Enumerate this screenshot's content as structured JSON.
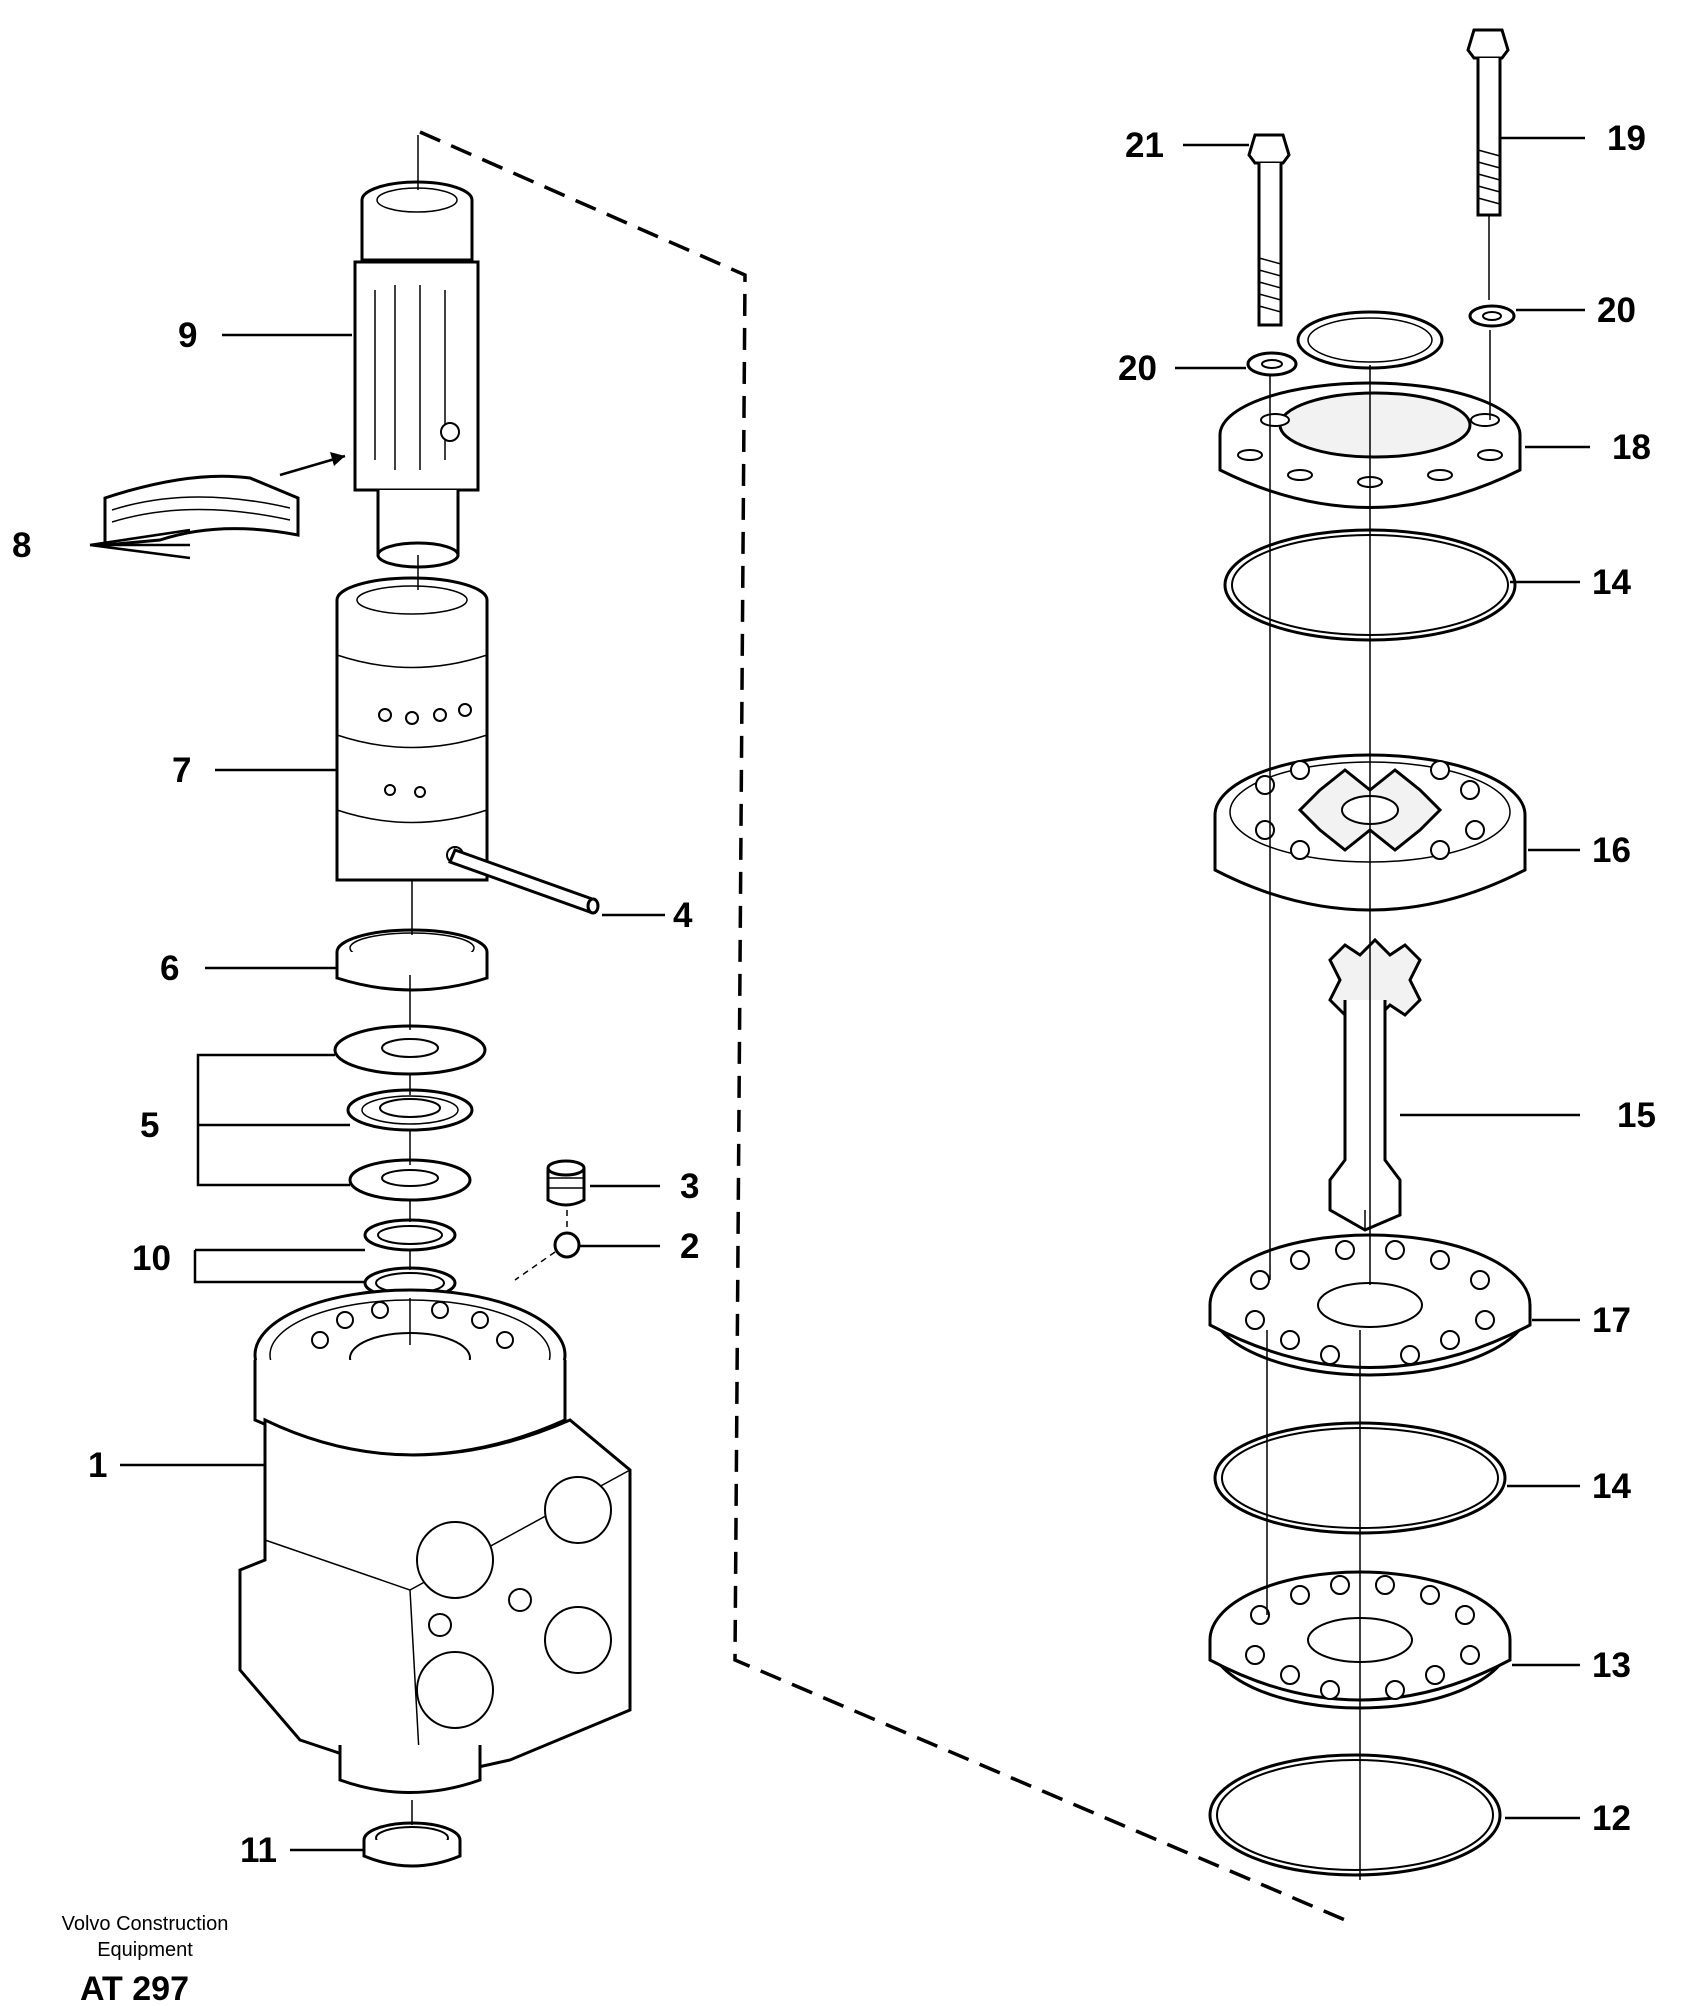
{
  "callouts": [
    {
      "id": "1",
      "text": "1"
    },
    {
      "id": "2",
      "text": "2"
    },
    {
      "id": "3",
      "text": "3"
    },
    {
      "id": "4",
      "text": "4"
    },
    {
      "id": "5",
      "text": "5"
    },
    {
      "id": "6",
      "text": "6"
    },
    {
      "id": "7",
      "text": "7"
    },
    {
      "id": "8",
      "text": "8"
    },
    {
      "id": "9",
      "text": "9"
    },
    {
      "id": "10",
      "text": "10"
    },
    {
      "id": "11",
      "text": "11"
    },
    {
      "id": "12",
      "text": "12"
    },
    {
      "id": "13",
      "text": "13"
    },
    {
      "id": "14a",
      "text": "14"
    },
    {
      "id": "14b",
      "text": "14"
    },
    {
      "id": "15",
      "text": "15"
    },
    {
      "id": "16",
      "text": "16"
    },
    {
      "id": "17",
      "text": "17"
    },
    {
      "id": "18",
      "text": "18"
    },
    {
      "id": "19",
      "text": "19"
    },
    {
      "id": "20a",
      "text": "20"
    },
    {
      "id": "20b",
      "text": "20"
    },
    {
      "id": "21",
      "text": "21"
    }
  ],
  "footer": {
    "brand_line1": "Volvo Construction",
    "brand_line2": "Equipment",
    "drawing_code": "AT 297"
  }
}
